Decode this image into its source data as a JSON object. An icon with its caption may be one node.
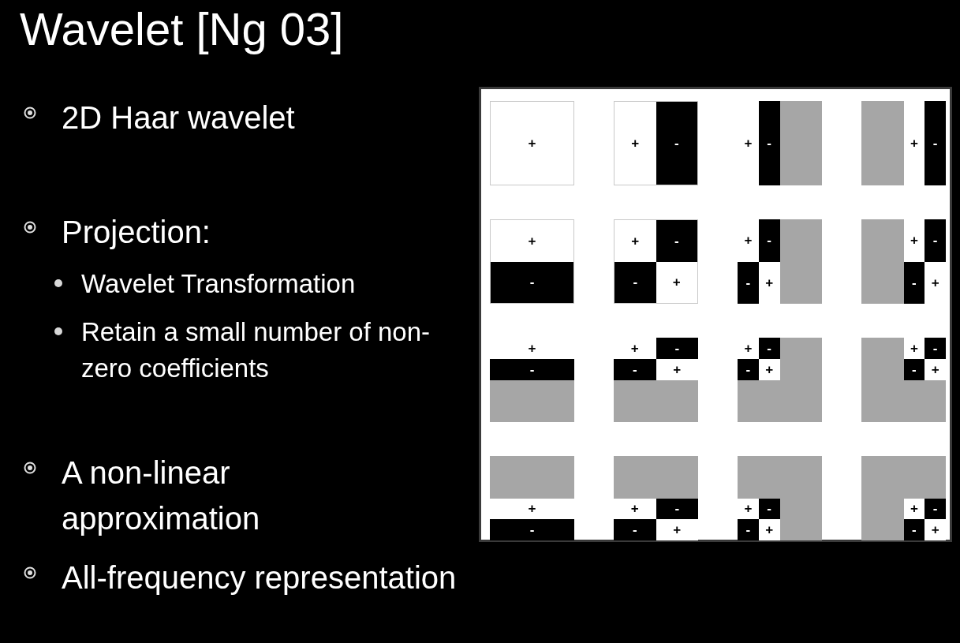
{
  "diagram": {
    "title": "Wavelet [Ng 03]",
    "nodes": [
      {
        "text": [
          "+"
        ]
      },
      {
        "text": [
          "+",
          "-"
        ]
      },
      {
        "text": [
          "+",
          "-"
        ]
      },
      {
        "text": [
          "+",
          "-"
        ]
      },
      {
        "text": [
          "+",
          "-"
        ]
      },
      {
        "text": [
          "+",
          "-",
          "-",
          "+"
        ]
      },
      {
        "text": [
          "+",
          "-",
          "-",
          "+"
        ]
      },
      {
        "text": [
          "+",
          "-",
          "-",
          "+"
        ]
      },
      {
        "text": [
          "+",
          "-"
        ]
      },
      {
        "text": [
          "+",
          "-",
          "-",
          "+"
        ]
      },
      {
        "text": [
          "+",
          "-",
          "-",
          "+"
        ]
      },
      {
        "text": [
          "+",
          "-",
          "-",
          "+"
        ]
      },
      {
        "text": [
          "+",
          "-"
        ]
      },
      {
        "text": [
          "+",
          "-",
          "-",
          "+"
        ]
      },
      {
        "text": [
          "+",
          "-",
          "-",
          "+"
        ]
      },
      {
        "text": [
          "+",
          "-",
          "-",
          "+"
        ]
      }
    ],
    "edges": [],
    "labels": [
      "2D Haar wavelet",
      "Projection:",
      "Wavelet Transformation",
      "Retain a small number of non-zero coefficients",
      "A non-linear approximation",
      "All-frequency representation"
    ]
  }
}
